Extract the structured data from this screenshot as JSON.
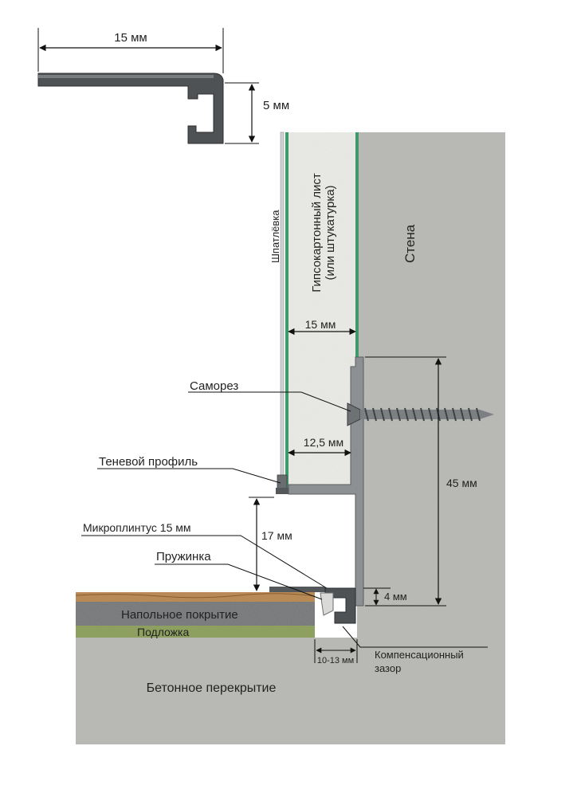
{
  "colors": {
    "concrete": "#b9bab6",
    "gypsum": "#ecece8",
    "green_layer": "#3f9a6a",
    "profile_metal": "#5f6264",
    "wood_floor": "#b88a55",
    "screed_dark": "#6f7173",
    "underlay": "#8da060",
    "dim_line": "#111111"
  },
  "labels": {
    "top_profile_width": "15 мм",
    "top_profile_height": "5 мм",
    "putty": "Шпатлёвка",
    "drywall_line1": "Гипсокартонный лист",
    "drywall_line2": "(или штукатурка)",
    "wall": "Стена",
    "drywall_thickness": "15 мм",
    "screw": "Саморез",
    "inner_width": "12,5 мм",
    "shadow_profile": "Теневой профиль",
    "profile_height": "45 мм",
    "gap_height": "17 мм",
    "micro_skirting": "Микроплинтус 15 мм",
    "spring": "Пружинка",
    "skirting_height": "4 мм",
    "floor_covering": "Напольное покрытие",
    "underlay": "Подложка",
    "expansion_gap_size": "10-13 мм",
    "expansion_gap_line1": "Компенсационный",
    "expansion_gap_line2": "зазор",
    "concrete_slab": "Бетонное перекрытие"
  }
}
